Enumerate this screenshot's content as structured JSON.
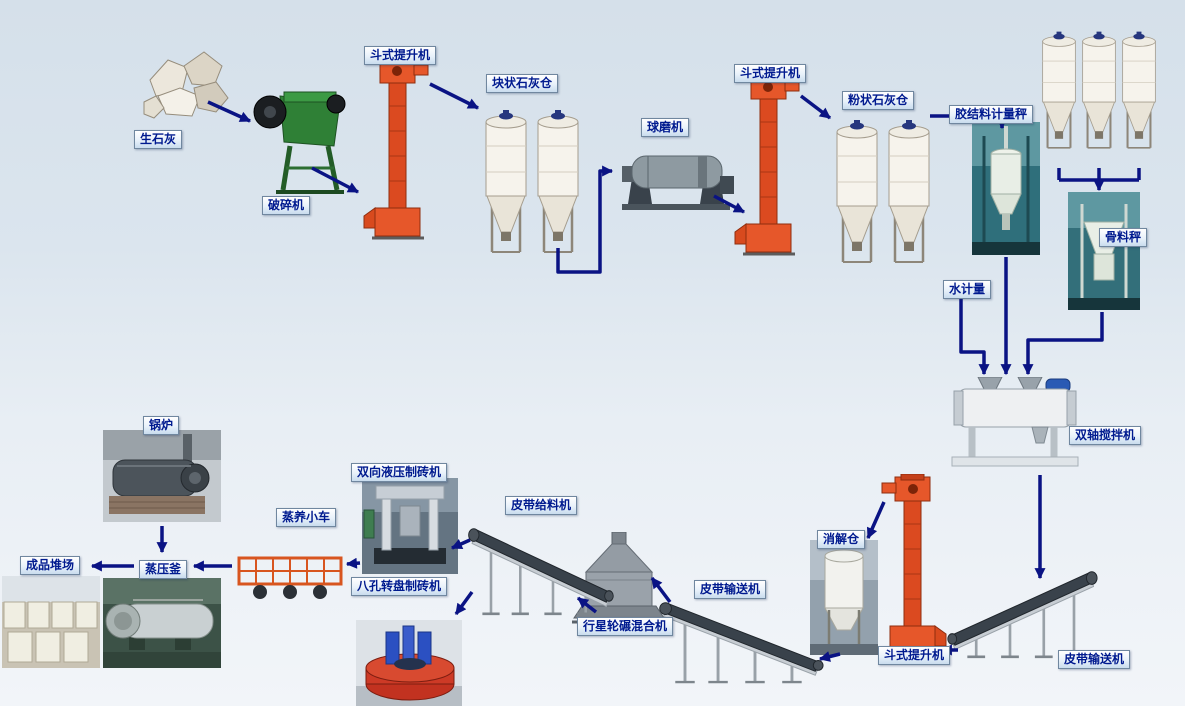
{
  "diagram": {
    "arrow_color": "#0a1384",
    "label_text_color": "#001a8f",
    "background_top": "#d5e0ea",
    "background_bottom": "#f2f5f9",
    "nodes": {
      "quicklime": {
        "label": "生石灰"
      },
      "crusher": {
        "label": "破碎机"
      },
      "bucket_elevator_1": {
        "label": "斗式提升机"
      },
      "block_lime_silo": {
        "label": "块状石灰仓"
      },
      "ball_mill": {
        "label": "球磨机"
      },
      "bucket_elevator_2": {
        "label": "斗式提升机"
      },
      "powder_lime_silo": {
        "label": "粉状石灰仓"
      },
      "binder_scale": {
        "label": "胶结料计量秤"
      },
      "aggregate_scale": {
        "label": "骨料秤"
      },
      "water_meter": {
        "label": "水计量"
      },
      "twin_shaft_mixer": {
        "label": "双轴搅拌机"
      },
      "digestion_silo": {
        "label": "消解仓"
      },
      "bucket_elevator_3": {
        "label": "斗式提升机"
      },
      "belt_conveyor_right": {
        "label": "皮带输送机"
      },
      "belt_conveyor_mid": {
        "label": "皮带输送机"
      },
      "planetary_mixer": {
        "label": "行星轮碾混合机"
      },
      "belt_feeder": {
        "label": "皮带给料机"
      },
      "hydraulic_brick_machine": {
        "label": "双向液压制砖机"
      },
      "rotary_brick_machine": {
        "label": "八孔转盘制砖机"
      },
      "steam_trolley": {
        "label": "蒸养小车"
      },
      "autoclave": {
        "label": "蒸压釜"
      },
      "boiler": {
        "label": "锅炉"
      },
      "product_yard": {
        "label": "成品堆场"
      }
    }
  }
}
